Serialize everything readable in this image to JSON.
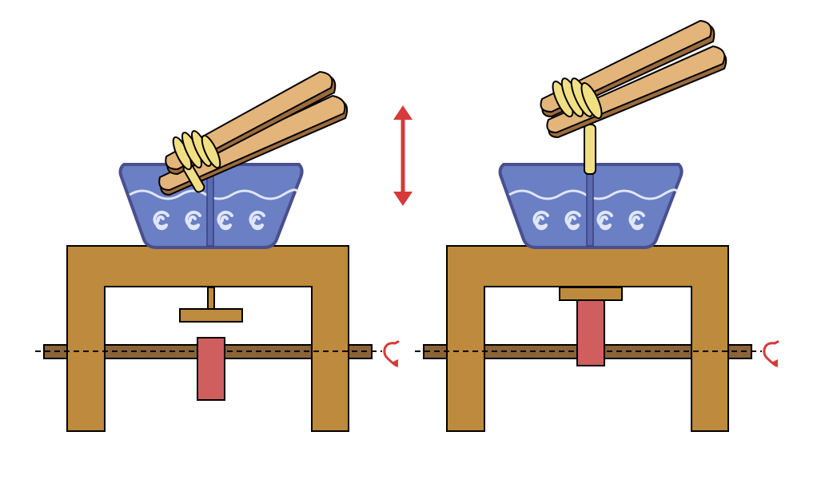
{
  "colors": {
    "table": "#be8a3d",
    "axle": "#8b6339",
    "cam": "#cf5f5f",
    "follower": "#be8a3d",
    "bowl": "#6a7fc4",
    "bowl_outline": "#4a4f8e",
    "wave": "#dfe6f7",
    "chopstick": "#e3b57a",
    "chopstick_shadow": "#9c6b3d",
    "noodle": "#f1df83",
    "arrow_red": "#d63a3a",
    "outline": "#000000"
  },
  "panels": [
    {
      "name": "left-panel",
      "cam_state": "low",
      "chopsticks_state": "in-bowl"
    },
    {
      "name": "right-panel",
      "cam_state": "raised",
      "chopsticks_state": "lifted"
    }
  ],
  "icons": {
    "motion_arrow": "vertical-double-arrow",
    "rotation": "rotation-arrow"
  }
}
